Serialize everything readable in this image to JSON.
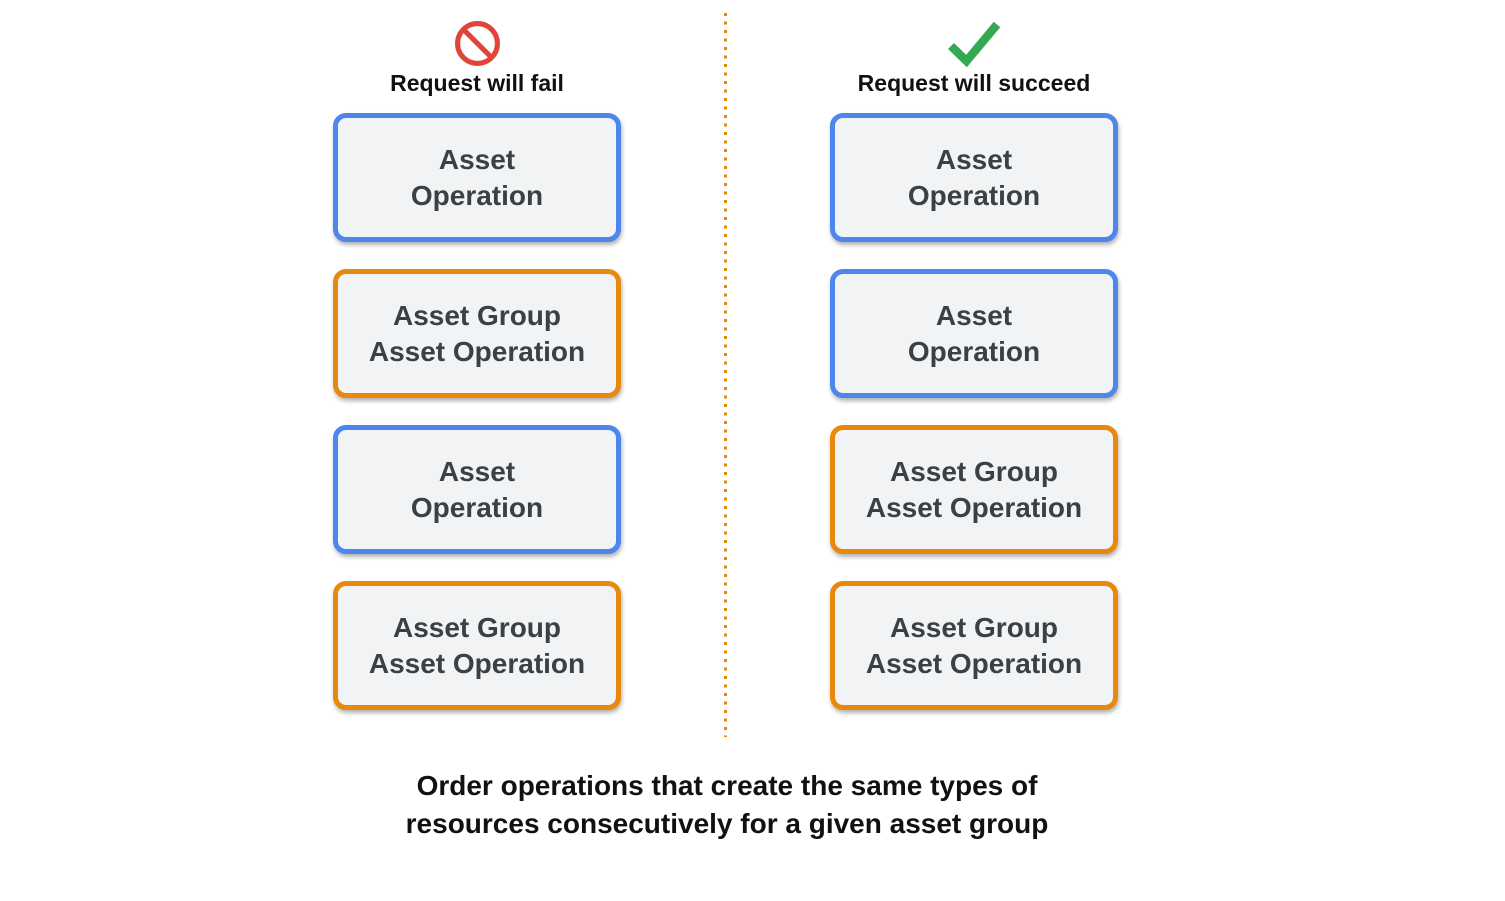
{
  "columns": [
    {
      "title": "Request will fail",
      "icon": "no-entry-icon",
      "boxes": [
        {
          "type": "asset-operation",
          "border": "blue",
          "line1": "Asset",
          "line2": "Operation"
        },
        {
          "type": "asset-group-asset-operation",
          "border": "orange",
          "line1": "Asset Group",
          "line2": "Asset Operation"
        },
        {
          "type": "asset-operation",
          "border": "blue",
          "line1": "Asset",
          "line2": "Operation"
        },
        {
          "type": "asset-group-asset-operation",
          "border": "orange",
          "line1": "Asset Group",
          "line2": "Asset Operation"
        }
      ]
    },
    {
      "title": "Request will succeed",
      "icon": "check-icon",
      "boxes": [
        {
          "type": "asset-operation",
          "border": "blue",
          "line1": "Asset",
          "line2": "Operation"
        },
        {
          "type": "asset-operation",
          "border": "blue",
          "line1": "Asset",
          "line2": "Operation"
        },
        {
          "type": "asset-group-asset-operation",
          "border": "orange",
          "line1": "Asset Group",
          "line2": "Asset Operation"
        },
        {
          "type": "asset-group-asset-operation",
          "border": "orange",
          "line1": "Asset Group",
          "line2": "Asset Operation"
        }
      ]
    }
  ],
  "caption": {
    "line1": "Order operations that create the same types of",
    "line2": "resources consecutively for a given asset group"
  },
  "colors": {
    "blue_border": "#4D86EC",
    "orange_border": "#E8890D",
    "box_fill": "#F1F3F4",
    "box_text": "#3C4043",
    "heading_text": "#111111",
    "fail_icon_red": "#E3443A",
    "success_icon_green": "#34A853",
    "divider_orange": "#E8890D"
  }
}
